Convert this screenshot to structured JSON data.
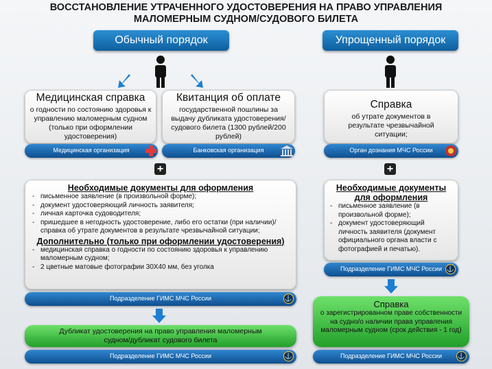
{
  "title_line1": "ВОССТАНОВЛЕНИЕ УТРАЧЕННОГО УДОСТОВЕРЕНИЯ НА ПРАВО УПРАВЛЕНИЯ",
  "title_line2": "МАЛОМЕРНЫМ СУДНОМ/СУДОВОГО БИЛЕТА",
  "left": {
    "header": "Обычный порядок",
    "med": {
      "title": "Медицинская справка",
      "text": "о годности по состоянию здоровья к управлению маломерным судном (только при оформлении удостоверения)",
      "pill": "Медицинская организация"
    },
    "receipt": {
      "title": "Квитанция об оплате",
      "text": "государственной пошлины за выдачу дубликата удостоверения/судового билета (1300 рублей/200 рублей)",
      "pill": "Банковская организация"
    },
    "docs": {
      "heading": "Необходимые документы для оформления",
      "items": [
        "письменное заявление (в произвольной форме);",
        "документ удостоверяющий личность заявителя;",
        "личная карточка судоводителя;",
        "пришедшее в негодность удостоверение, либо его остатки (при наличии)/справка об утрате документов в результате чрезвычайной ситуации;"
      ],
      "extra_heading": "Дополнительно (только при оформлении удостоверения)",
      "extra_items": [
        "медицинская справка о годности по состоянию здоровья к управлению маломерным судном;",
        "2 цветные матовые фотографии 30Х40 мм, без уголка"
      ],
      "pill": "Подразделение ГИМС МЧС России"
    },
    "result": {
      "text": "Дубликат удостоверения на право управления маломерным судном/дубликат судового билета",
      "pill": "Подразделение ГИМС МЧС России"
    }
  },
  "right": {
    "header": "Упрощенный порядок",
    "cert": {
      "title": "Справка",
      "text": "об утрате документов в результате чрезвычайной ситуации;",
      "pill": "Орган дознания МЧС России"
    },
    "docs": {
      "heading_line1": "Необходимые документы",
      "heading_line2": "для оформления",
      "items": [
        "письменное заявление (в произвольной форме);",
        "документ удостоверяющий личность заявителя (документ официального органа власти с фотографией и печатью)."
      ],
      "pill": "Подразделение ГИМС МЧС России"
    },
    "result": {
      "title": "Справка",
      "text": "о зарегистрированном праве собственности на судно/о наличии права управления маломерным судном (срок действия - 1 год)",
      "pill": "Подразделение ГИМС МЧС России"
    }
  },
  "colors": {
    "blue": "#1a73b8",
    "green": "#3cc040",
    "accent": "#ffcc33"
  },
  "icons": {
    "person": "person-icon",
    "cross": "medical-cross-icon",
    "bank": "bank-icon",
    "emblem": "mchs-emblem-icon",
    "anchor": "anchor-icon"
  }
}
